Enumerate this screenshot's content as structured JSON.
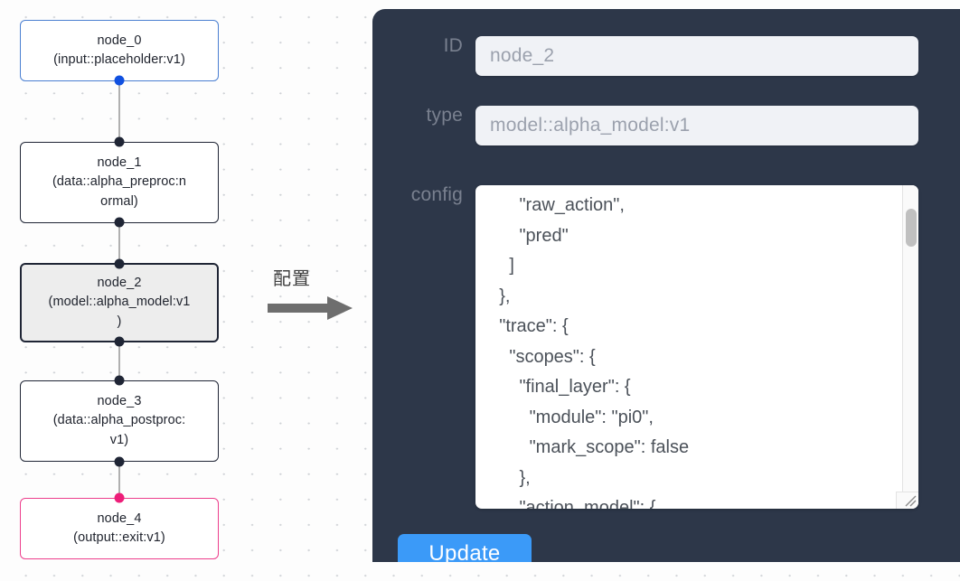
{
  "canvas": {
    "nodes": [
      {
        "id": "node_0",
        "type": "(input::placeholder:v1)",
        "state": "input"
      },
      {
        "id": "node_1",
        "type": "(data::alpha_preproc:n",
        "type2": "ormal)",
        "state": "normal"
      },
      {
        "id": "node_2",
        "type": "(model::alpha_model:v1",
        "type2": ")",
        "state": "selected"
      },
      {
        "id": "node_3",
        "type": "(data::alpha_postproc:",
        "type2": "v1)",
        "state": "normal"
      },
      {
        "id": "node_4",
        "type": "(output::exit:v1)",
        "state": "output"
      }
    ],
    "colors": {
      "input_border": "#4a7fd1",
      "output_border": "#ed3e8c",
      "node_border": "#1f2535",
      "selected_fill": "#ededed",
      "edge": "#b0b0b0",
      "port_blue": "#1050e0",
      "port_pink": "#ed1e79",
      "port_dark": "#1f2535"
    }
  },
  "annotation": {
    "label": "配置",
    "icon": "right-arrow-icon",
    "color": "#6e6e6e"
  },
  "panel": {
    "background": "#2d3749",
    "fields": {
      "id": {
        "label": "ID",
        "value": "node_2"
      },
      "type": {
        "label": "type",
        "value": "model::alpha_model:v1"
      },
      "config": {
        "label": "config",
        "value": "        \"raw_action\",\n        \"pred\"\n      ]\n    },\n    \"trace\": {\n      \"scopes\": {\n        \"final_layer\": {\n          \"module\": \"pi0\",\n          \"mark_scope\": false\n        },\n        \"action_model\": {"
      }
    },
    "update_button": {
      "label": "Update",
      "color": "#3b9af8"
    }
  }
}
